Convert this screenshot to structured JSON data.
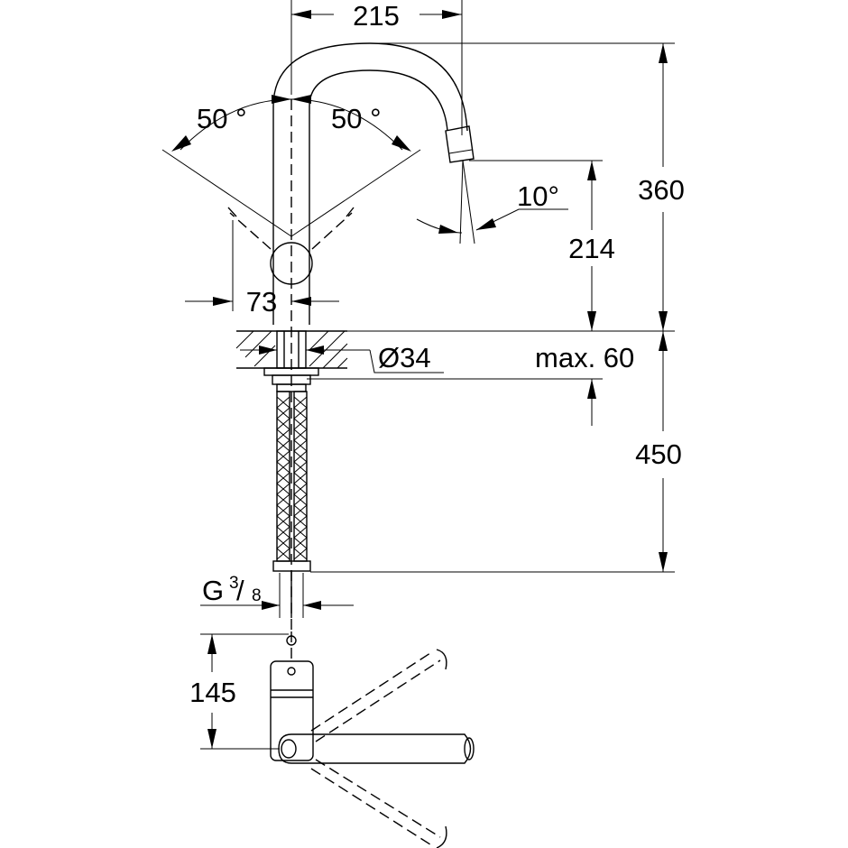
{
  "dimensions": {
    "spout_reach": "215",
    "swivel_left": "50",
    "swivel_right": "50",
    "degree_symbol": "°",
    "spout_angle": "10°",
    "total_height": "360",
    "spout_height": "214",
    "handle_offset": "73",
    "hole_diameter": "Ø34",
    "max_thickness": "max. 60",
    "hose_length": "450",
    "connection_prefix": "G",
    "connection_numerator": "3",
    "connection_denominator": "8",
    "plan_depth": "145"
  },
  "colors": {
    "line": "#000000",
    "background": "#ffffff"
  }
}
